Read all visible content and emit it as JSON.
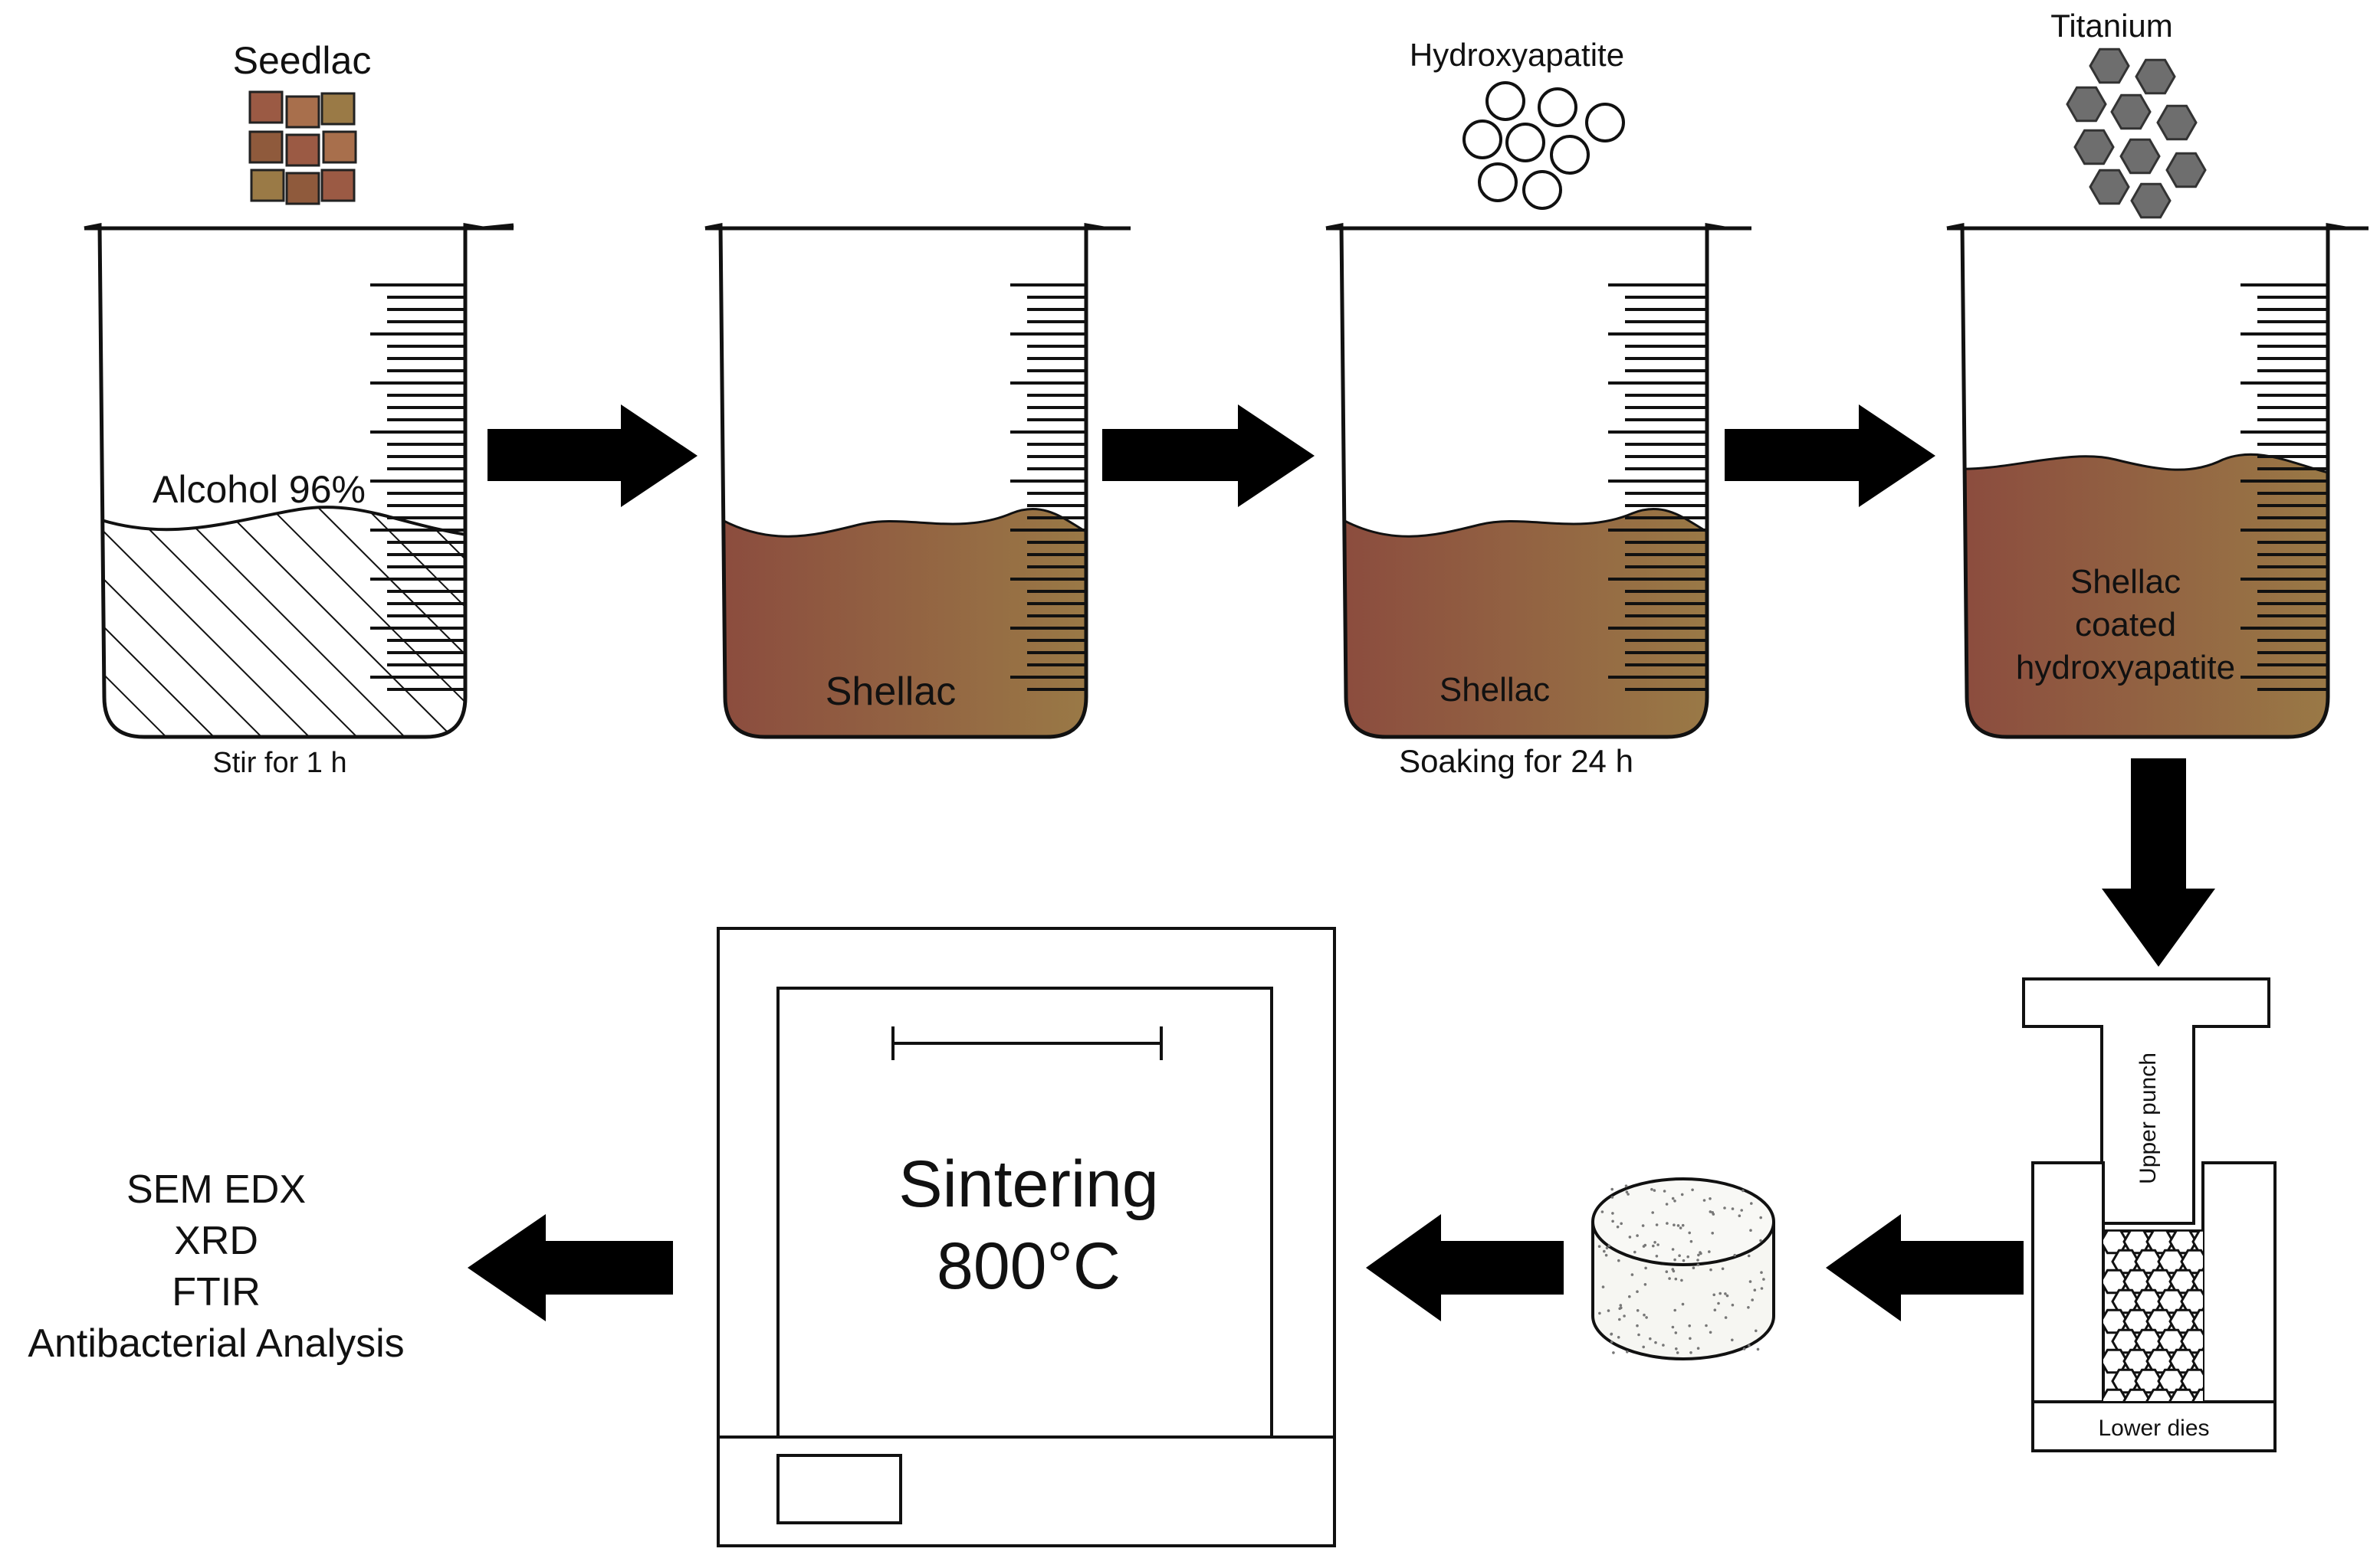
{
  "materials": {
    "seedlac": "Seedlac",
    "hydroxyapatite": "Hydroxyapatite",
    "titanium": "Titanium"
  },
  "beakers": {
    "b1": {
      "liquid": "Alcohol 96%",
      "caption": "Stir for 1 h"
    },
    "b2": {
      "content": "Shellac"
    },
    "b3": {
      "content": "Shellac",
      "caption": "Soaking for 24 h"
    },
    "b4": {
      "content_lines": [
        "Shellac",
        "coated",
        "hydroxyapatite"
      ]
    }
  },
  "press": {
    "upper": "Upper punch",
    "lower": "Lower dies"
  },
  "furnace": {
    "lines": [
      "Sintering",
      "800°C"
    ]
  },
  "analysis": {
    "lines": [
      "SEM EDX",
      "XRD",
      "FTIR",
      "Antibacterial Analysis"
    ]
  },
  "colors": {
    "liquid_left": "#8b4b3e",
    "liquid_right": "#9a7a46",
    "titanium": "#6e6e6e",
    "seedlac": [
      "#9b5a44",
      "#a86f4c",
      "#9a7a46",
      "#8f5a3c"
    ]
  }
}
